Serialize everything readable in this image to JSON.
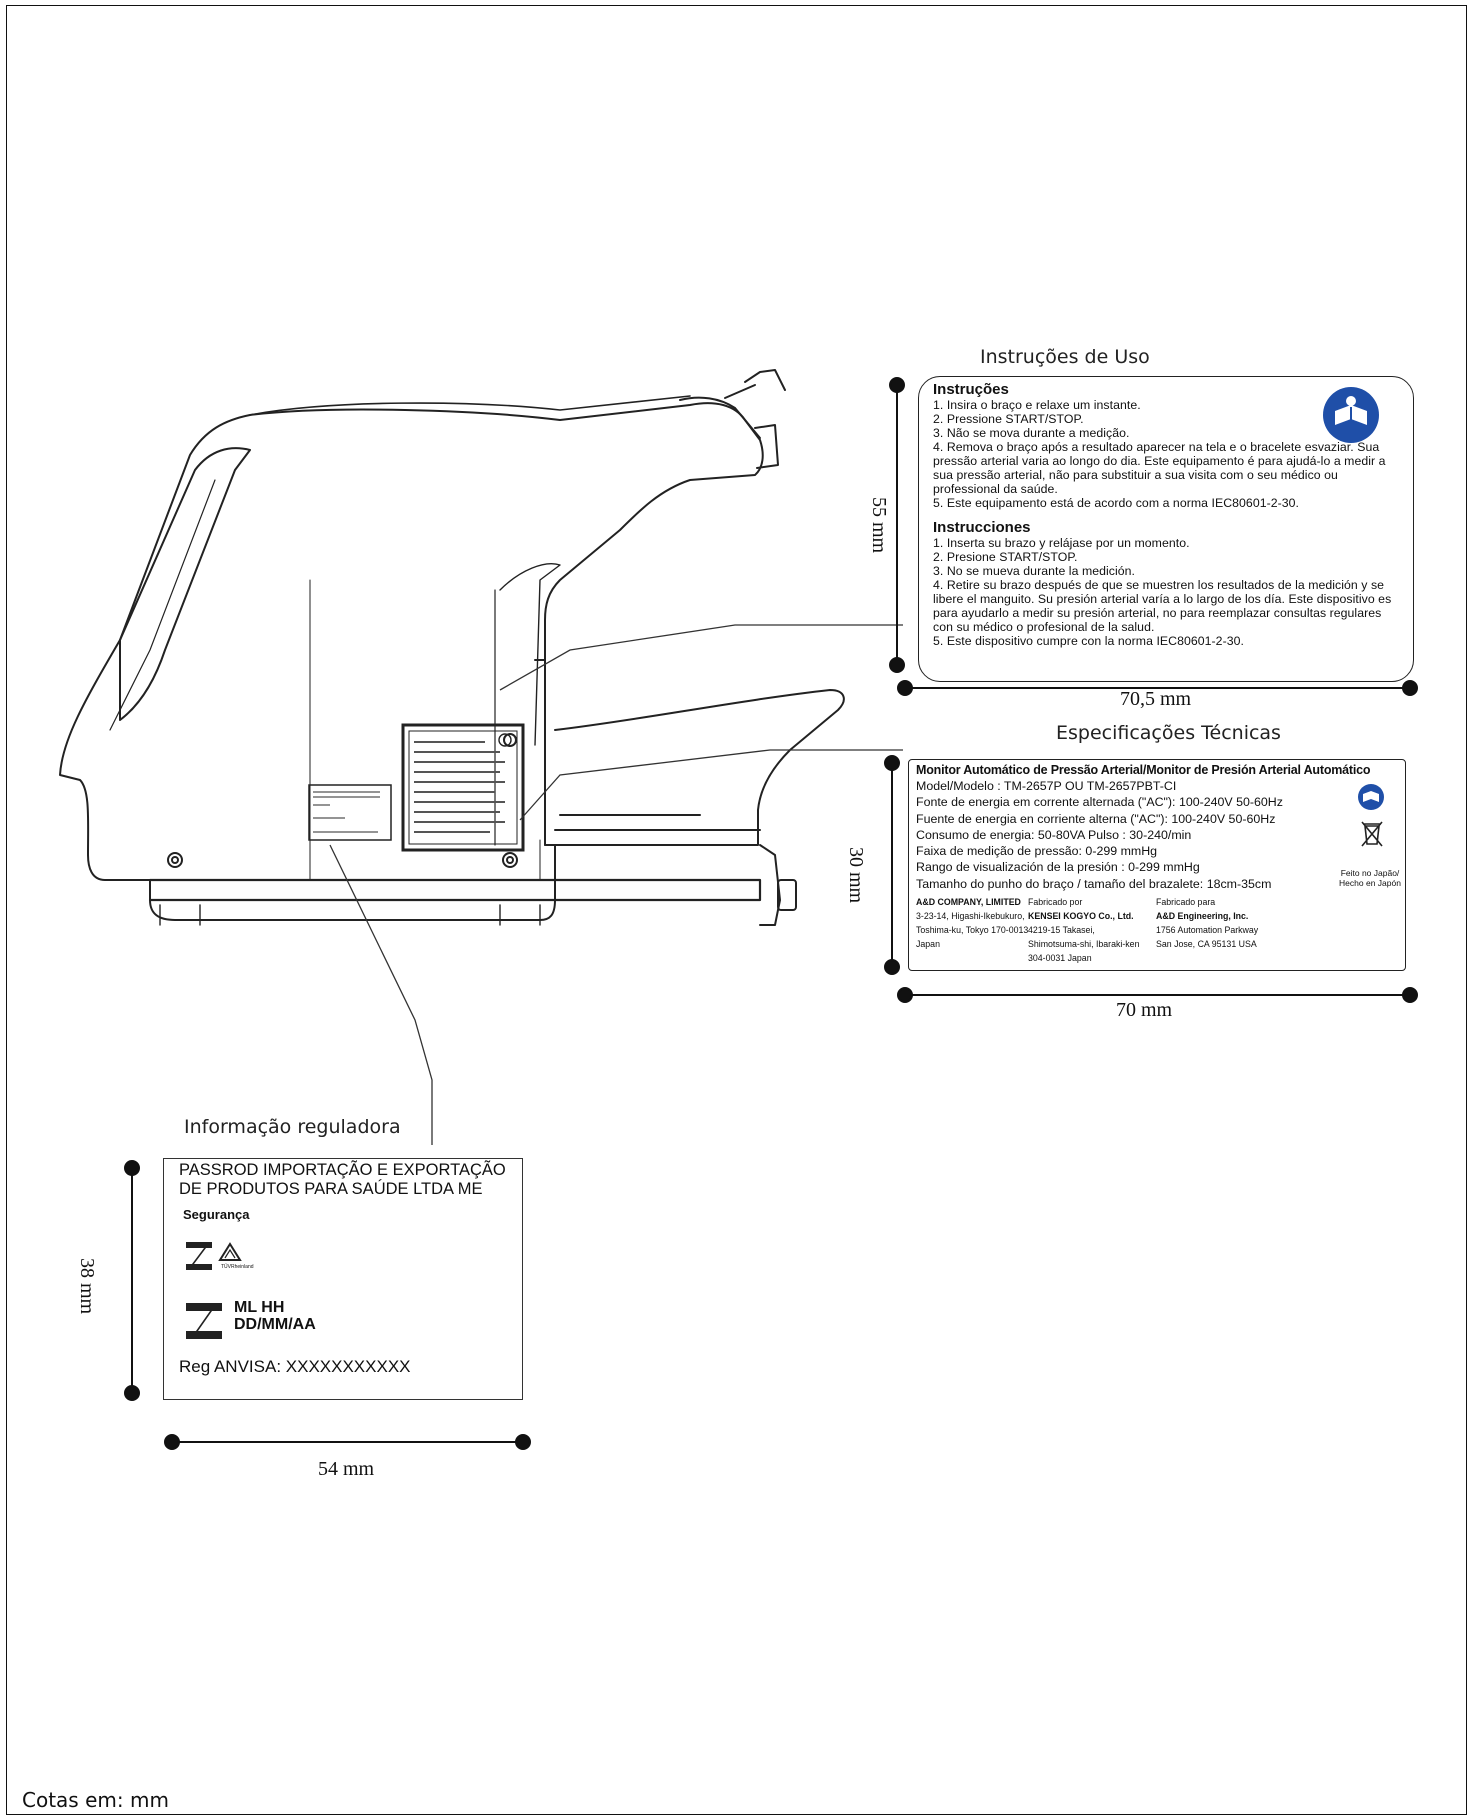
{
  "labels": {
    "instrucoes_title": "Instruções de Uso",
    "especificacoes_title": "Especificações Técnicas",
    "regulatoria_title": "Informação reguladora"
  },
  "dimensions": {
    "instr_height": "55 mm",
    "instr_width": "70,5 mm",
    "spec_height": "30 mm",
    "spec_width": "70 mm",
    "reg_height": "38 mm",
    "reg_width": "54 mm"
  },
  "instructions_label": {
    "pt_heading": "Instruções",
    "pt_lines": [
      "1.  Insira o braço e relaxe um instante.",
      "2.  Pressione START/STOP.",
      "3.  Não se mova durante a medição.",
      "4.  Remova o braço após a resultado aparecer na tela e o bracelete esvaziar. Sua pressão arterial varia ao longo do dia.  Este equipamento é para ajudá-lo a medir a sua pressão arterial, não para substituir a sua visita com o seu médico ou professional da saúde.",
      "5.  Este equipamento está de acordo com a norma IEC80601-2-30."
    ],
    "es_heading": "Instrucciones",
    "es_lines": [
      "1.  Inserta su brazo y relájase por un momento.",
      "2.  Presione START/STOP.",
      "3.  No se mueva durante la medición.",
      "4.  Retire su brazo después de que se muestren los resultados de la medición y se libere el manguito. Su presión arterial varía a lo largo de los día.  Este dispositivo es para ayudarlo a medir su presión arterial, no para reemplazar consultas regulares con su médico o profesional de la salud.",
      "5.  Este dispositivo cumpre con la norma IEC80601-2-30."
    ],
    "icon": "manual-reading-icon"
  },
  "spec_label": {
    "title": "Monitor Automático de Pressão Arterial/Monitor de Presión Arterial Automático",
    "lines": [
      "Model/Modelo :  TM-2657P OU  TM-2657PBT-CI",
      "Fonte de energia em corrente alternada (\"AC\"):  100-240V 50-60Hz",
      "Fuente de energia en corriente alterna (\"AC\"): 100-240V 50-60Hz",
      "Consumo de energia: 50-80VA          Pulso : 30-240/min",
      "Faixa de medição de pressão:  0-299 mmHg",
      "Rango de visualización de la presión : 0-299 mmHg",
      "Tamanho do punho do braço / tamaño del brazalete:  18cm-35cm"
    ],
    "made_in": [
      "Feito no Japão/",
      "Hecho en Japón"
    ],
    "col1": [
      "A&D COMPANY, LIMITED",
      "3-23-14, Higashi-Ikebukuro,",
      "Toshima-ku, Tokyo 170-0013",
      "Japan"
    ],
    "col2": [
      "Fabricado por",
      "KENSEI KOGYO Co., Ltd.",
      "4219-15 Takasei,",
      "Shimotsuma-shi, Ibaraki-ken",
      "304-0031 Japan"
    ],
    "col3": [
      "Fabricado para",
      "A&D Engineering, Inc.",
      "1756 Automation Parkway",
      "San Jose, CA 95131 USA"
    ]
  },
  "reg_label": {
    "heading_line1": "PASSROD IMPORTAÇÃO E EXPORTAÇÃO",
    "heading_line2": "DE PRODUTOS PARA SAÚDE LTDA ME",
    "seguranca": "Segurança",
    "tuv": "TÜVRheinland",
    "ml": "ML HH",
    "date": "DD/MM/AA",
    "anvisa": "Reg ANVISA: XXXXXXXXXXX"
  },
  "footer": "Cotas em: mm"
}
